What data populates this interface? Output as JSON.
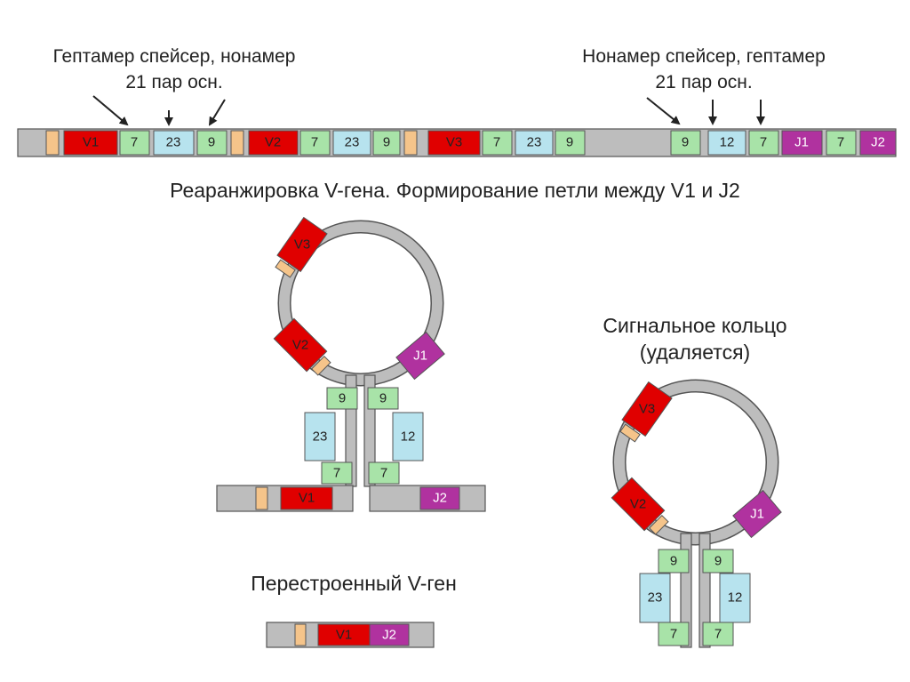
{
  "top": {
    "left_label": [
      "Гептамер спейсер, нонамер",
      "21 пар осн."
    ],
    "right_label": [
      "Нонамер спейсер, гептамер",
      "21 пар осн."
    ],
    "caption": "Реаранжировка V-гена. Формирование петли между V1 и J2",
    "segments": {
      "v1": "V1",
      "v2": "V2",
      "v3": "V3",
      "hept": "7",
      "spacer23": "23",
      "non": "9",
      "spacer12": "12",
      "j1": "J1",
      "j2": "J2"
    }
  },
  "loop": {
    "v3": "V3",
    "v2": "V2",
    "j1": "J1",
    "non_left": "9",
    "non_right": "9",
    "spacer23": "23",
    "spacer12": "12",
    "hept_left": "7",
    "hept_right": "7",
    "v1": "V1",
    "j2": "J2"
  },
  "rearranged": {
    "caption": "Перестроенный V-ген",
    "v1": "V1",
    "j2": "J2"
  },
  "signal_ring": {
    "caption": [
      "Сигнальное кольцо",
      "(удаляется)"
    ],
    "v3": "V3",
    "v2": "V2",
    "j1": "J1",
    "non_left": "9",
    "non_right": "9",
    "spacer23": "23",
    "spacer12": "12",
    "hept_left": "7",
    "hept_right": "7"
  },
  "colors": {
    "dna": "#bdbdbd",
    "v_segment": "#e00000",
    "j_segment": "#b0329f",
    "heptamer": "#a8e3a8",
    "spacer": "#b7e3ee",
    "nonamer": "#a8e3a8",
    "leader": "#f5c48a"
  }
}
